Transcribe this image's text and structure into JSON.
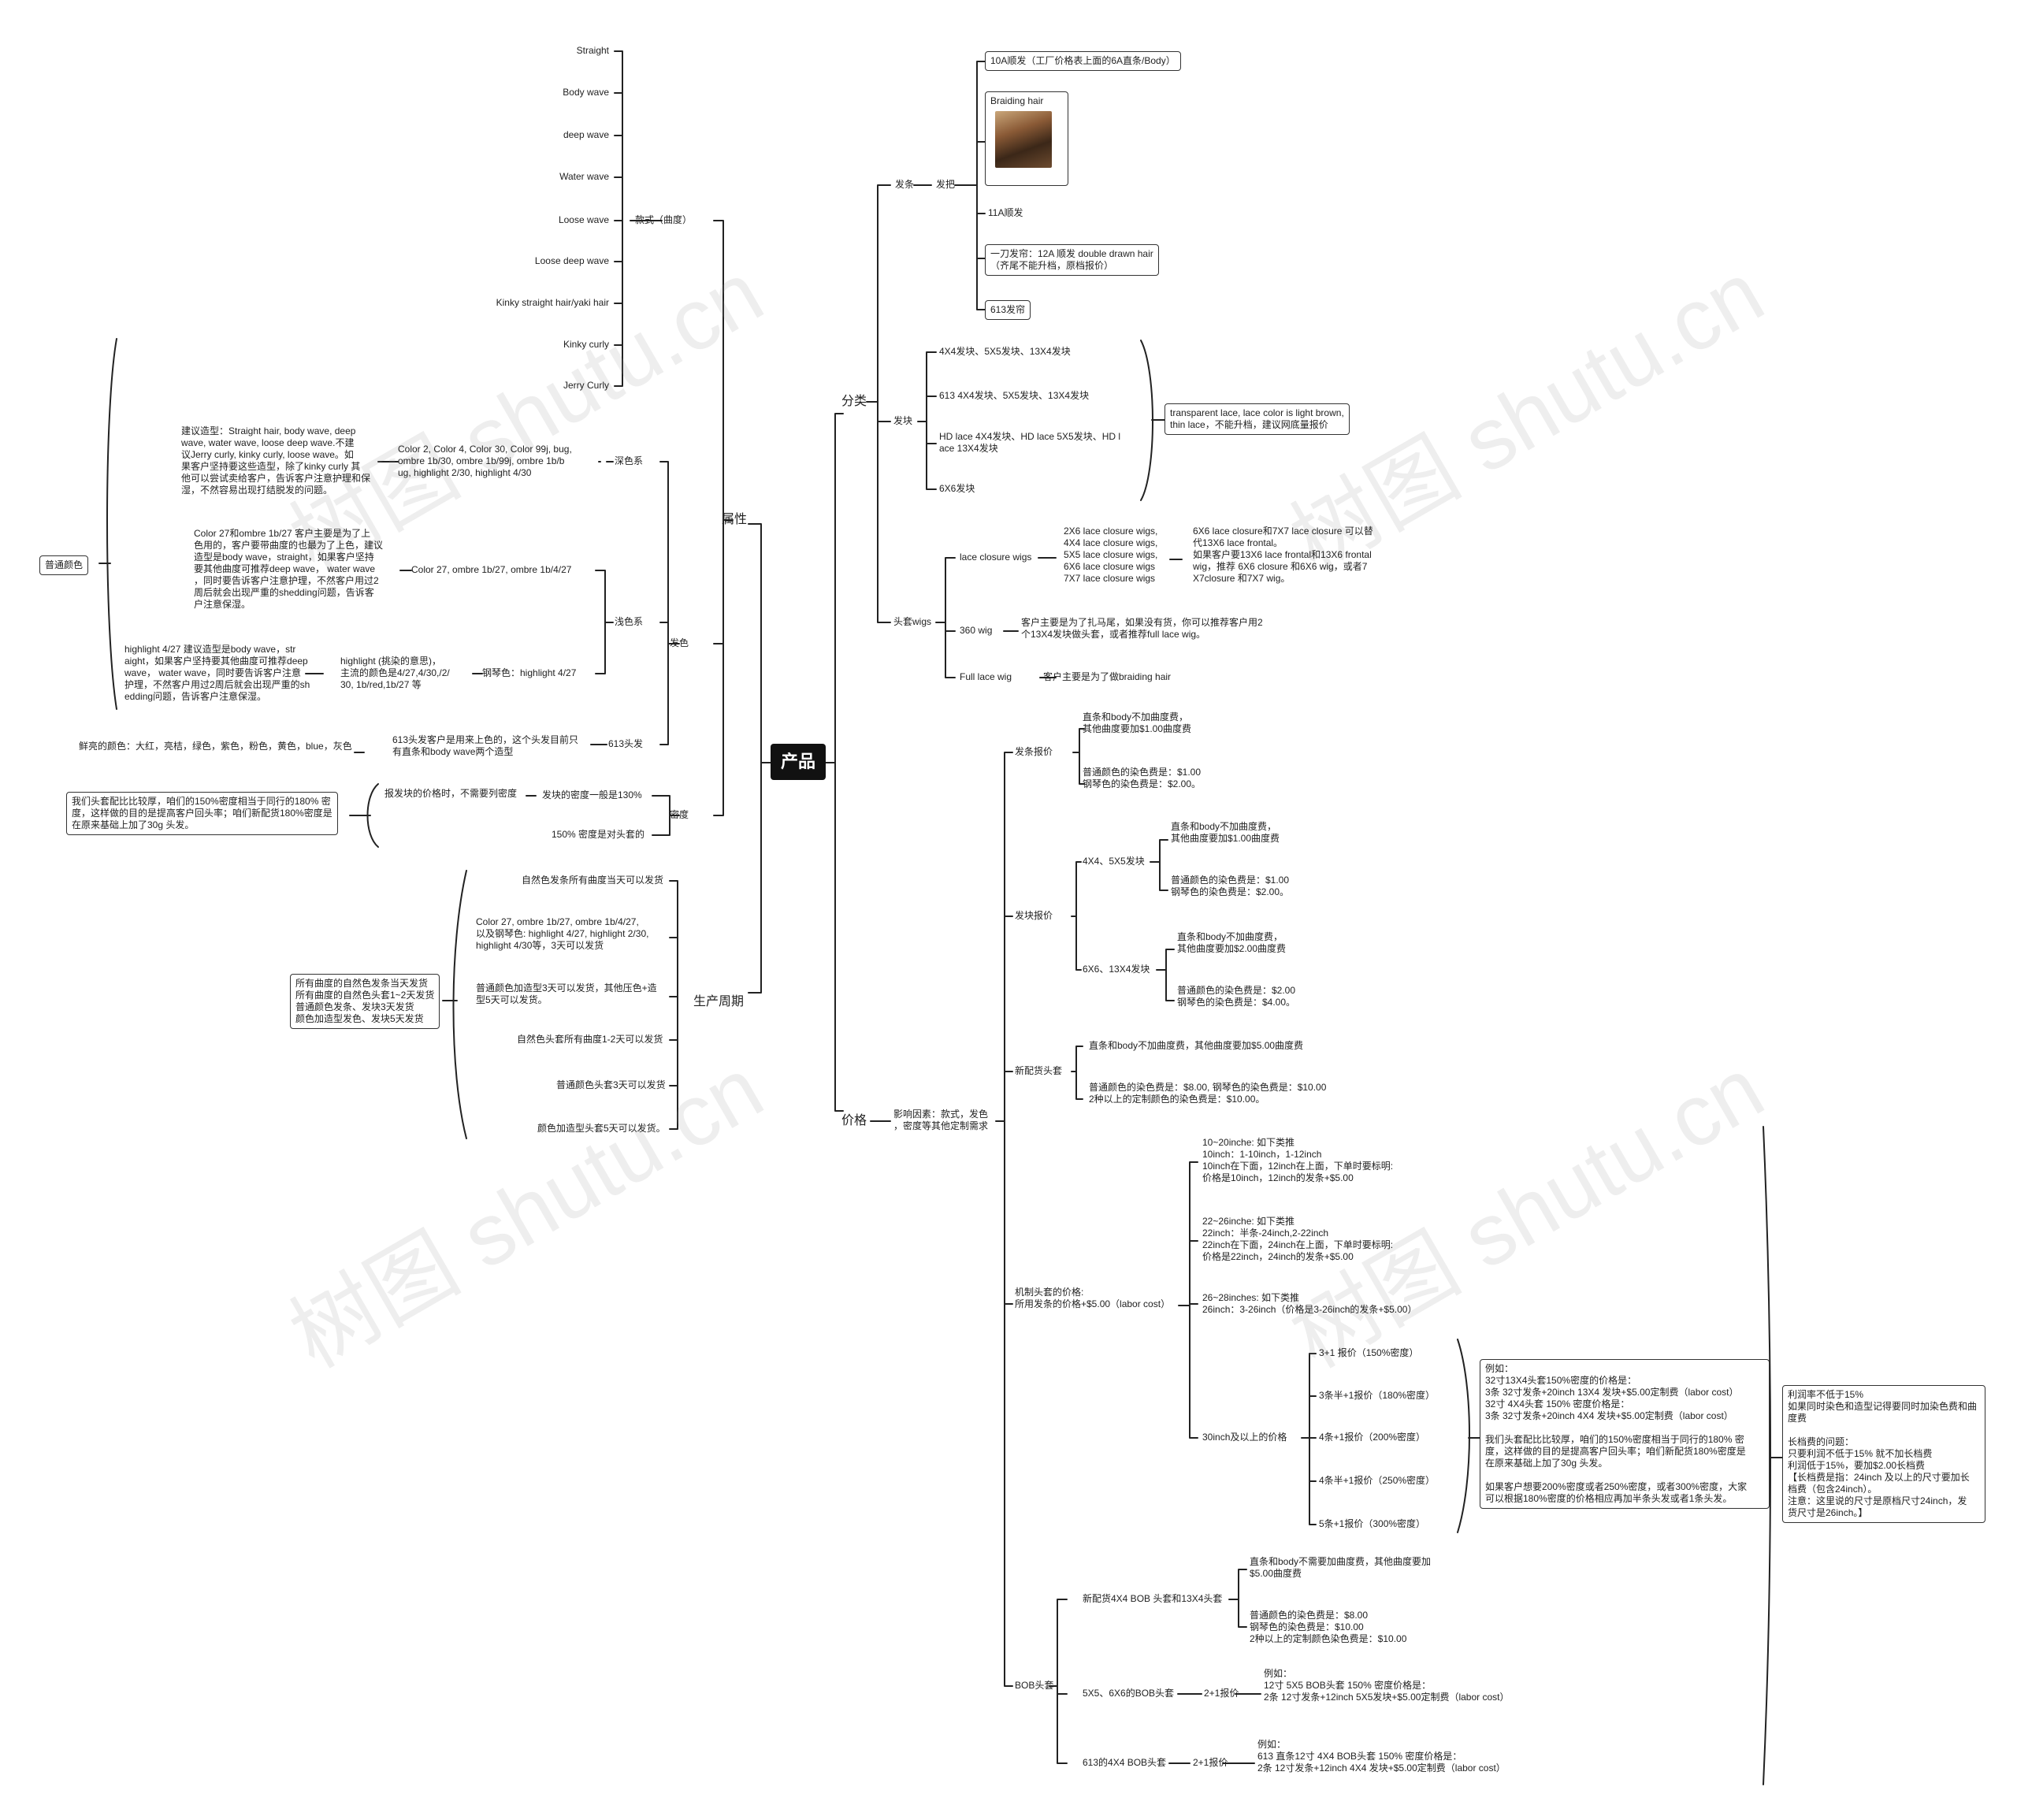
{
  "root": "产品",
  "attr": {
    "label": "属性",
    "style": {
      "label": "款式（曲度）",
      "items": [
        "Straight",
        "Body wave",
        "deep wave",
        "Water wave",
        "Loose wave",
        "Loose deep wave",
        "Kinky straight hair/yaki hair",
        "Kinky curly",
        "Jerry Curly"
      ]
    },
    "color": {
      "label": "发色",
      "common_color": "普通颜色",
      "deep": {
        "label": "深色系",
        "colors": "Color 2, Color 4, Color 30, Color 99j, bug,\nombre 1b/30, ombre 1b/99j, ombre 1b/b\nug, highlight 2/30, highlight 4/30",
        "advice": "建议造型：Straight hair, body wave, deep\nwave, water wave, loose deep wave.不建\n议Jerry curly, kinky curly, loose wave。如\n果客户坚持要这些造型，除了kinky curly 其\n他可以尝试卖给客户，告诉客户注意护理和保\n湿，不然容易出现打结脱发的问题。"
      },
      "light": {
        "label": "浅色系",
        "colors": "Color 27, ombre 1b/27, ombre 1b/4/27",
        "advice": "Color 27和ombre 1b/27 客户主要是为了上\n色用的，客户要带曲度的也最为了上色，建议\n造型是body wave，straight，如果客户坚持\n要其他曲度可推荐deep wave， water wave\n，同时要告诉客户注意护理，不然客户用过2\n周后就会出现严重的shedding问题，告诉客\n户注意保湿。",
        "piano_label": "钢琴色：highlight 4/27",
        "piano_desc": "highlight (挑染的意思)，\n主流的颜色是4/27,4/30,/2/\n30, 1b/red,1b/27 等",
        "piano_advice": "highlight 4/27 建议造型是body wave，str\naight，如果客户坚持要其他曲度可推荐deep\n wave， water wave，同时要告诉客户注意\n护理，不然客户用过2周后就会出现严重的sh\nedding问题，告诉客户注意保湿。"
      },
      "c613": {
        "label": "613头发",
        "desc": "613头发客户是用来上色的，这个头发目前只\n有直条和body wave两个造型",
        "bright": "鲜亮的颜色：大红，亮桔，绿色，紫色，粉色，黄色，blue，灰色"
      }
    },
    "density": {
      "label": "密度",
      "quote": "报发块的价格时，不需要列密度",
      "block_density": "发块的密度一般是130%",
      "wig_density": "150% 密度是对头套的",
      "note": "我们头套配比比较厚，咱们的150%密度相当于同行的180% 密\n度，这样做的目的是提高客户回头率；咱们新配货180%密度是\n在原来基础上加了30g 头发。"
    }
  },
  "cycle": {
    "label": "生产周期",
    "items": [
      "自然色发条所有曲度当天可以发货",
      "Color 27, ombre 1b/27, ombre 1b/4/27,\n以及钢琴色: highlight 4/27, highlight 2/30,\nhighlight 4/30等，3天可以发货",
      "普通颜色加造型3天可以发货，其他压色+造\n型5天可以发货。",
      "自然色头套所有曲度1-2天可以发货",
      "普通颜色头套3天可以发货",
      "颜色加造型头套5天可以发货。"
    ],
    "summary": "所有曲度的自然色发条当天发货\n所有曲度的自然色头套1~2天发货\n普通颜色发条、发块3天发货\n颜色加造型发色、发块5天发货"
  },
  "category": {
    "label": "分类",
    "bundles": {
      "label": "发条",
      "sub": "发把",
      "items": [
        "10A顺发（工厂价格表上面的6A直条/Body）",
        "Braiding hair",
        "11A顺发",
        "一刀发帘：12A 顺发 double drawn hair\n（齐尾不能升档，原档报价）",
        "613发帘"
      ]
    },
    "closures": {
      "label": "发块",
      "items": [
        "4X4发块、5X5发块、13X4发块",
        "613 4X4发块、5X5发块、13X4发块",
        "HD lace 4X4发块、HD lace 5X5发块、HD l\nace 13X4发块",
        "6X6发块"
      ],
      "note": "transparent lace, lace color is light brown,\nthin lace，不能升档，建议网底量报价"
    },
    "wigs": {
      "label": "头套wigs",
      "lace_closure": "lace closure wigs",
      "lace_list": "2X6 lace closure wigs,\n4X4 lace closure wigs,\n5X5 lace closure wigs,\n6X6 lace closure wigs\n7X7 lace closure wigs",
      "lace_note": "6X6 lace closure和7X7 lace closure 可以替\n代13X6 lace frontal。\n如果客户要13X6 lace frontal和13X6 frontal\n wig，推荐 6X6 closure 和6X6 wig，或者7\nX7closure 和7X7 wig。",
      "w360": "360 wig",
      "w360_note": "客户主要是为了扎马尾，如果没有货，你可以推荐客户用2\n个13X4发块做头套，或者推荐full lace wig。",
      "full": "Full lace wig",
      "full_note": "客户主要是为了做braiding hair"
    }
  },
  "price": {
    "label": "价格",
    "factors": "影响因素：款式，发色\n，密度等其他定制需求",
    "bundle": {
      "label": "发条报价",
      "a": "直条和body不加曲度费，\n其他曲度要加$1.00曲度费",
      "b": "普通颜色的染色费是：$1.00\n钢琴色的染色费是：$2.00。"
    },
    "closure": {
      "label": "发块报价",
      "g1": "4X4、5X5发块",
      "g1a": "直条和body不加曲度费，\n其他曲度要加$1.00曲度费",
      "g1b": "普通颜色的染色费是：$1.00\n钢琴色的染色费是：$2.00。",
      "g2": "6X6、13X4发块",
      "g2a": "直条和body不加曲度费，\n其他曲度要加$2.00曲度费",
      "g2b": "普通颜色的染色费是：$2.00\n钢琴色的染色费是：$4.00。"
    },
    "newwig": {
      "label": "新配货头套",
      "a": "直条和body不加曲度费，其他曲度要加$5.00曲度费",
      "b": "普通颜色的染色费是：$8.00, 钢琴色的染色费是：$10.00\n2种以上的定制颜色的染色费是：$10.00。"
    },
    "machine": {
      "label": "机制头套的价格:\n所用发条的价格+$5.00（labor cost）",
      "r1": "10~20inche: 如下类推\n10inch：1-10inch，1-12inch\n10inch在下面，12inch在上面，下单时要标明:\n价格是10inch，12inch的发条+$5.00",
      "r2": "22~26inche: 如下类推\n22inch：半条-24inch,2-22inch\n22inch在下面，24inch在上面，下单时要标明:\n价格是22inch，24inch的发条+$5.00",
      "r3": "26~28inches: 如下类推\n26inch：3-26inch（价格是3-26inch的发条+$5.00）",
      "r4": "30inch及以上的价格",
      "opts": [
        "3+1 报价（150%密度）",
        "3条半+1报价（180%密度）",
        "4条+1报价（200%密度）",
        "4条半+1报价（250%密度）",
        "5条+1报价（300%密度）"
      ],
      "example": "例如：\n32寸13X4头套150%密度的价格是：\n3条 32寸发条+20inch 13X4 发块+$5.00定制费（labor cost）\n32寸 4X4头套 150% 密度价格是：\n3条 32寸发条+20inch 4X4 发块+$5.00定制费（labor cost）\n\n我们头套配比比较厚，咱们的150%密度相当于同行的180% 密\n度，这样做的目的是提高客户回头率；咱们新配货180%密度是\n在原来基础上加了30g 头发。\n\n如果客户想要200%密度或者250%密度，或者300%密度，大家\n可以根据180%密度的价格相应再加半条头发或者1条头发。",
      "profit": "利润率不低于15%\n如果同时染色和造型记得要同时加染色费和曲\n度费\n\n长档费的问题：\n只要利润不低于15% 就不加长档费\n利润低于15%，要加$2.00长档费\n【长档费是指：24inch 及以上的尺寸要加长\n档费（包含24inch）。\n注意：这里说的尺寸是原档尺寸24inch，发\n货尺寸是26inch。】"
    },
    "bob": {
      "label": "BOB头套",
      "new": "新配货4X4 BOB 头套和13X4头套",
      "new_a": "直条和body不需要加曲度费，其他曲度要加\n$5.00曲度费",
      "new_b": "普通颜色的染色费是：$8.00\n钢琴色的染色费是：$10.00\n2种以上的定制颜色染色费是：$10.00",
      "b55": "5X5、6X6的BOB头套",
      "b55_q": "2+1报价",
      "b55_ex": "例如：\n12寸 5X5 BOB头套 150% 密度价格是：\n2条 12寸发条+12inch 5X5发块+$5.00定制费（labor cost）",
      "b613": "613的4X4 BOB头套",
      "b613_q": "2+1报价",
      "b613_ex": "例如：\n613 直条12寸 4X4 BOB头套 150% 密度价格是：\n2条 12寸发条+12inch 4X4 发块+$5.00定制费（labor cost）"
    }
  },
  "watermark": "树图 shutu.cn"
}
